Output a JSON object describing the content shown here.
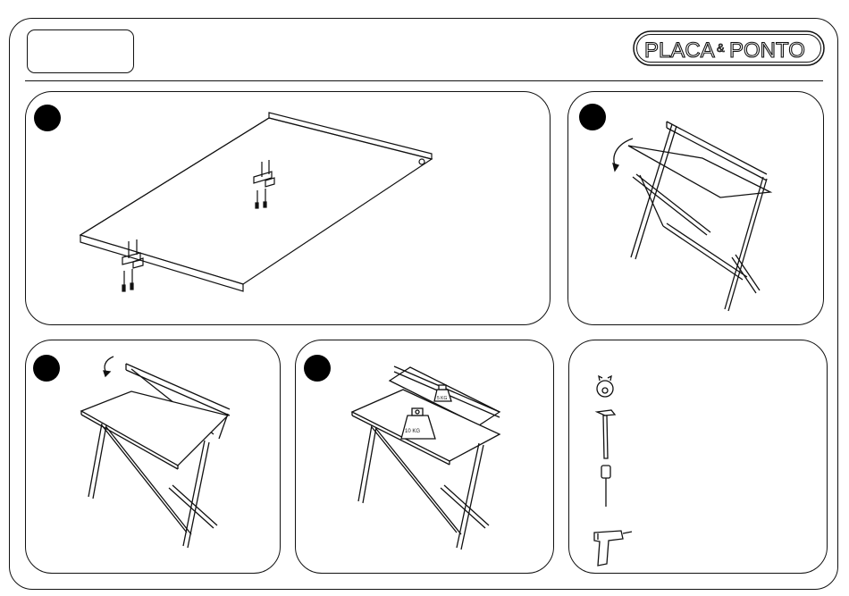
{
  "brand": {
    "placa": "PLACA",
    "amp": "&",
    "ponto": "PONTO"
  },
  "header": {
    "label": ""
  },
  "steps": [
    {
      "id": 1,
      "number": ""
    },
    {
      "id": 2,
      "number": ""
    },
    {
      "id": 3,
      "number": ""
    },
    {
      "id": 4,
      "number": ""
    }
  ],
  "weights": {
    "front_label": "10 KG",
    "back_label": "5 KG"
  },
  "tools": [
    "wrench-icon",
    "hammer-icon",
    "awl-icon",
    "drill-icon"
  ],
  "colors": {
    "ink": "#111111",
    "background": "#ffffff",
    "dot": "#000000"
  }
}
